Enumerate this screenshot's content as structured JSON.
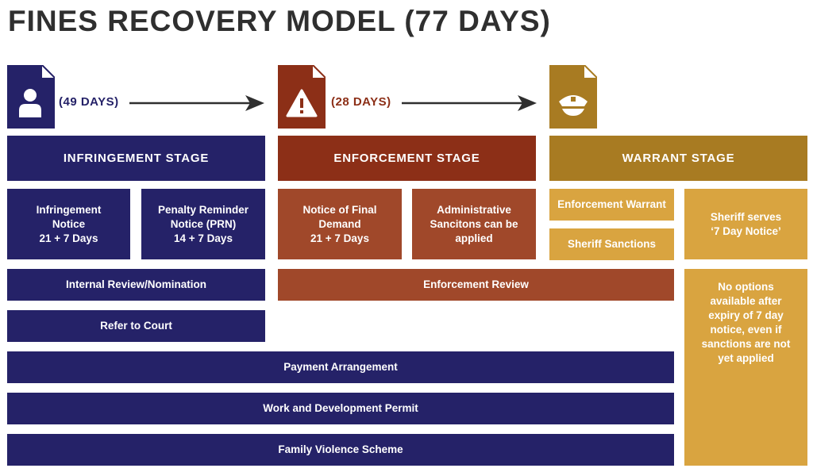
{
  "title": "FINES RECOVERY MODEL (77 DAYS)",
  "colors": {
    "navy": "#252268",
    "rust": "#a0482a",
    "rust_dark": "#8c2f17",
    "gold": "#d9a440",
    "gold_dark": "#a87b22"
  },
  "stages": {
    "infringement": {
      "icon": "person-document-icon",
      "days": "(49 DAYS)",
      "header": "INFRINGEMENT STAGE",
      "infringement_notice": "Infringement\nNotice\n21 + 7 Days",
      "penalty_reminder": "Penalty Reminder\nNotice (PRN)\n14 + 7 Days"
    },
    "enforcement": {
      "icon": "warning-document-icon",
      "days": "(28 DAYS)",
      "header": "ENFORCEMENT STAGE",
      "final_demand": "Notice of Final\nDemand\n21 + 7 Days",
      "admin_sanctions": "Administrative\nSancitons can be\napplied"
    },
    "warrant": {
      "icon": "sheriff-cap-document-icon",
      "header": "WARRANT STAGE",
      "enforcement_warrant": "Enforcement Warrant",
      "sheriff_sanctions": "Sheriff Sanctions",
      "sheriff_serves": "Sheriff serves\n‘7 Day Notice’",
      "no_options": "No options\navailable after\nexpiry of 7 day\nnotice, even if\nsanctions are not\nyet applied"
    }
  },
  "options": {
    "internal_review": "Internal Review/Nomination",
    "refer_to_court": "Refer to Court",
    "enforcement_review": "Enforcement Review",
    "payment_arrangement": "Payment Arrangement",
    "work_development_permit": "Work and Development Permit",
    "family_violence_scheme": "Family Violence Scheme"
  }
}
